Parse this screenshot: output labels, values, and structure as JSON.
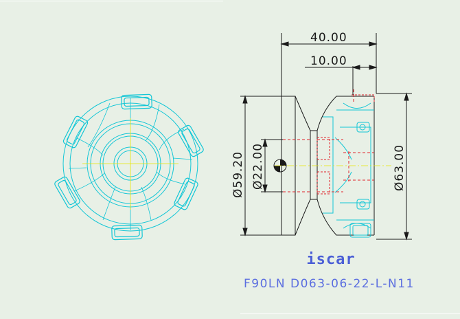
{
  "drawing": {
    "dimensions": {
      "overall_length": "40.00",
      "flange_length": "10.00",
      "body_diameter": "Ø59.20",
      "bore_diameter": "Ø22.00",
      "cutter_diameter": "Ø63.00"
    },
    "brand": "iscar",
    "part_number": "F90LN D063-06-22-L-N11",
    "colors": {
      "background": "#e8f0e6",
      "outline": "#1a1a1a",
      "insert_cyan": "#12c6d6",
      "hidden_red": "#e0242c",
      "centerline_yellow": "#e6e600",
      "label_blue": "#5b6ee0"
    }
  }
}
